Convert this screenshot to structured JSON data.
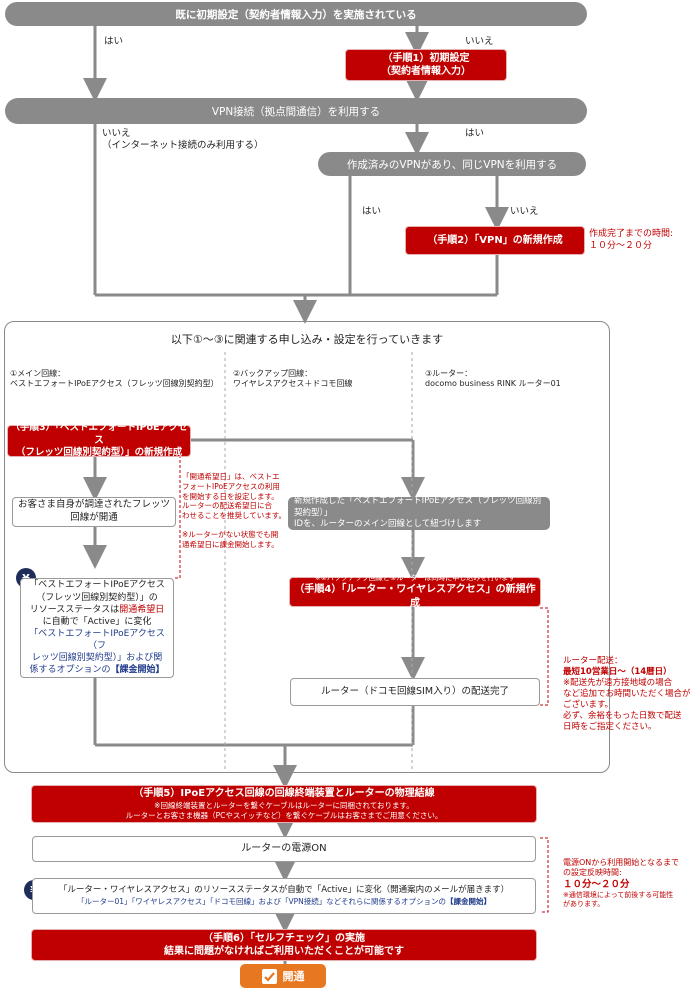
{
  "top": {
    "q1": "既に初期設定（契約者情報入力）を実施されている",
    "q1_yes": "はい",
    "q1_no": "いいえ",
    "step1": [
      "（手順1）初期設定",
      "（契約者情報入力）"
    ],
    "q2": "VPN接続（拠点間通信）を利用する",
    "q2_no": [
      "いいえ",
      "（インターネット接続のみ利用する）"
    ],
    "q2_yes": "はい",
    "q3": "作成済みのVPNがあり、同じVPNを利用する",
    "q3_yes": "はい",
    "q3_no": "いいえ",
    "step2": "（手順2）「VPN」の新規作成",
    "step2_note": [
      "作成完了までの時間:",
      "１０分～２０分"
    ]
  },
  "panel": {
    "title": "以下①～③に関連する申し込み・設定を行っていきます",
    "col1": [
      "①メイン回線：",
      "ベストエフォートIPoEアクセス（フレッツ回線別契約型）"
    ],
    "col2": [
      "②バックアップ回線：",
      "ワイヤレスアクセス＋ドコモ回線"
    ],
    "col3": [
      "③ルーター：",
      "docomo business RINK ルーター01"
    ],
    "step3": [
      "（手順3）「ベストエフォートIPoEアクセス",
      "（フレッツ回線別契約型）」の新規作成"
    ],
    "step3_note": [
      "「開通希望日」は、ベストエ",
      "フォートIPoEアクセスの利用",
      "を開始する日を設定します。",
      "ルーターの配送希望日に合",
      "わせることを推奨しています。",
      "",
      "※ルーターがない状態でも開",
      "通希望日に課金開始します。"
    ],
    "flets": [
      "お客さま自身が調達されたフレッツ",
      "回線が開通"
    ],
    "yen": "¥",
    "status": {
      "l1": "「ベストエフォートIPoEアクセス",
      "l2": "（フレッツ回線別契約型）」の",
      "l3a": "リソースステータスは",
      "l3b": "開通希望日",
      "l4": "に自動で「Active」に変化",
      "l5": "「ベストエフォートIPoEアクセス（フ",
      "l6": "レッツ回線別契約型）」および関",
      "l7a": "係するオプションの",
      "l7b": "【課金開始】"
    },
    "link": [
      "新規作成した「ベストエフォートIPoEアクセス（フレッツ回線別契約型）」",
      "IDを、ルーターのメイン回線として紐づけします"
    ],
    "step4_pre": "※②バックアップ回線と③ルーターは同時に申し込みを行います",
    "step4": "（手順4）「ルーター・ワイヤレスアクセス」の新規作成",
    "delivery": "ルーター（ドコモ回線SIM入り）の配送完了",
    "delivery_note": {
      "l1": "ルーター配送：",
      "l2": "最短10営業日～（14暦日）",
      "l3": "※配送先が遠方接地域の場合",
      "l4": "など追加でお時間いただく場合が",
      "l5": "ございます。",
      "l6": "必ず、余裕をもった日数で配送",
      "l7": "日時をご指定ください。"
    }
  },
  "bottom": {
    "step5": "（手順5）IPoEアクセス回線の回線終端装置とルーターの物理結線",
    "step5_n1": "※回線終端装置とルーターを繋ぐケーブルはルーターに同梱されております。",
    "step5_n2": "ルーターとお客さま機器（PCやスイッチなど）を繋ぐケーブルはお客さまでご用意ください。",
    "power": "ルーターの電源ON",
    "power_note": [
      "電源ONから利用開始となるまで",
      "の設定反映時間:",
      "１０分～２０分",
      "※通信環境によって前後する可能性",
      "があります。"
    ],
    "yen": "¥",
    "active_l1": "「ルーター・ワイヤレスアクセス」のリソースステータスが自動で「Active」に変化（開通案内のメールが届きます）",
    "active_l2a": "「ルーター01」「ワイヤレスアクセス」「ドコモ回線」および「VPN接続」などそれらに関係するオプションの",
    "active_l2b": "【課金開始】",
    "step6": [
      "（手順6）「セルフチェック」の実施",
      "結果に問題がなければご利用いただくことが可能です"
    ],
    "done": "開通"
  }
}
